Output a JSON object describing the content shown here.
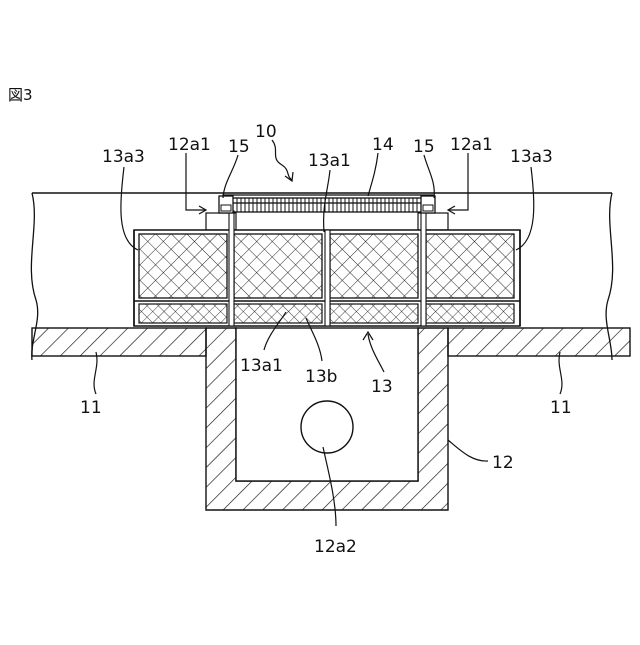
{
  "figure_label": "図3",
  "labels": {
    "assembly": "10",
    "ground_left": "11",
    "ground_right": "11",
    "channel": "12",
    "channel_left_wall": "12a1",
    "channel_right_wall": "12a1",
    "channel_hole": "12a2",
    "mesh_block": "13",
    "mesh_frame_top": "13a1",
    "mesh_frame_bottom": "13a1",
    "mesh_left_end": "13a3",
    "mesh_right_end": "13a3",
    "mesh_bottom_band": "13b",
    "grating_plate": "14",
    "support_left": "15",
    "support_right": "15"
  }
}
